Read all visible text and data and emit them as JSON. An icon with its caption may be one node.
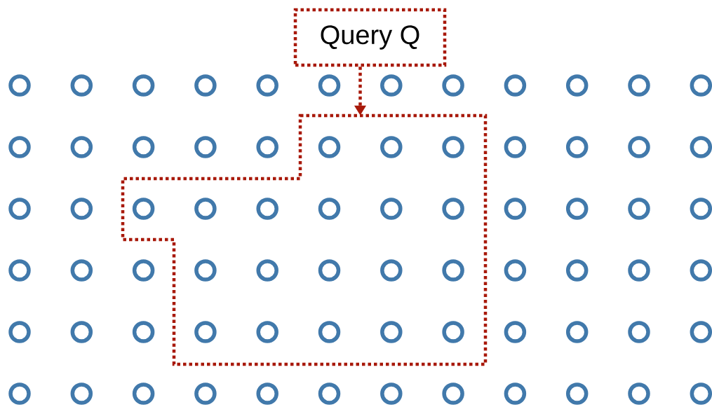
{
  "diagram": {
    "nodes": [
      {
        "text": [
          "Query Q"
        ]
      },
      {
        "text": [],
        "shape": "polygon"
      }
    ],
    "edges": [
      {
        "from": 0,
        "to": 1,
        "arrow": "to"
      }
    ]
  }
}
